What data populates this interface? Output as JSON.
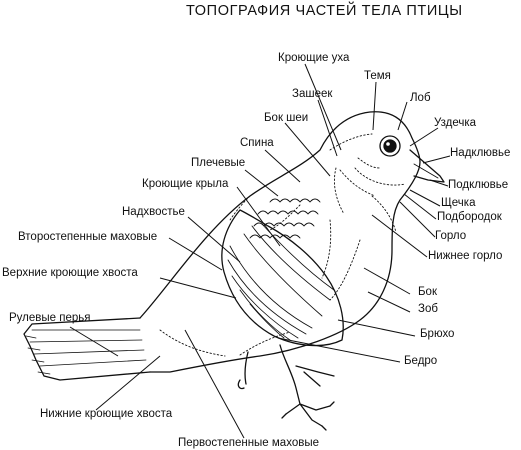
{
  "title": "ТОПОГРАФИЯ ЧАСТЕЙ ТЕЛА ПТИЦЫ",
  "labels": {
    "ear_coverts": "Кроющие уха",
    "crown": "Темя",
    "nape": "Зашеек",
    "forehead": "Лоб",
    "neck_side": "Бок шеи",
    "lores": "Уздечка",
    "back": "Спина",
    "upper_mandible": "Надклювье",
    "scapulars": "Плечевые",
    "lower_mandible": "Подклювье",
    "wing_coverts": "Кроющие крыла",
    "cheek": "Щечка",
    "rump": "Надхвостье",
    "chin": "Подбородок",
    "secondaries": "Второстепенные маховые",
    "throat": "Горло",
    "upper_tail_coverts": "Верхние кроющие хвоста",
    "lower_throat": "Нижнее горло",
    "flank": "Бок",
    "crop": "Зоб",
    "rectrices": "Рулевые перья",
    "belly": "Брюхо",
    "thigh": "Бедро",
    "under_tail_coverts": "Нижние кроющие хвоста",
    "primaries": "Первостепенные маховые"
  }
}
